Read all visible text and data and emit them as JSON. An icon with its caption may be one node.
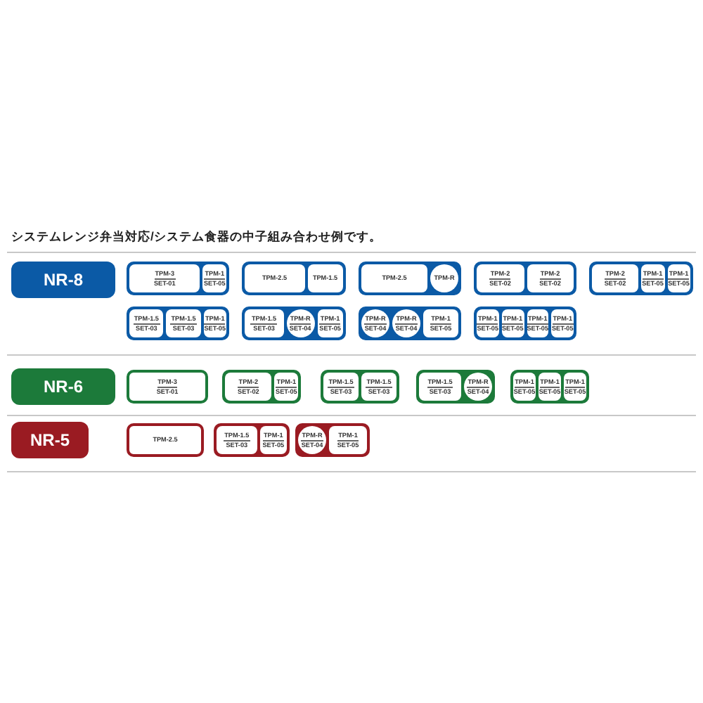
{
  "diagram": {
    "title": "システムレンジ弁当対応/システム食器の中子組み合わせ例です。",
    "nodes": [
      {
        "text": [
          "NR-8"
        ]
      },
      {
        "text": [],
        "shape": "box"
      },
      {
        "text": [
          "TPM-3",
          "SET-01"
        ],
        "in": 1
      },
      {
        "text": [
          "TPM-1",
          "SET-05"
        ],
        "in": 1
      },
      {
        "text": [],
        "shape": "box"
      },
      {
        "text": [
          "TPM-2.5"
        ],
        "in": 4
      },
      {
        "text": [
          "TPM-1.5"
        ],
        "in": 4
      },
      {
        "text": [],
        "shape": "box"
      },
      {
        "text": [
          "TPM-2.5"
        ],
        "in": 7
      },
      {
        "text": [
          "TPM-R"
        ],
        "in": 7
      },
      {
        "text": [],
        "shape": "box"
      },
      {
        "text": [
          "TPM-2",
          "SET-02"
        ],
        "in": 10
      },
      {
        "text": [
          "TPM-2",
          "SET-02"
        ],
        "in": 10
      },
      {
        "text": [],
        "shape": "box"
      },
      {
        "text": [
          "TPM-2",
          "SET-02"
        ],
        "in": 13
      },
      {
        "text": [
          "TPM-1",
          "SET-05"
        ],
        "in": 13
      },
      {
        "text": [
          "TPM-1",
          "SET-05"
        ],
        "in": 13
      },
      {
        "text": [],
        "shape": "box"
      },
      {
        "text": [
          "TPM-1.5",
          "SET-03"
        ],
        "in": 17
      },
      {
        "text": [
          "TPM-1.5",
          "SET-03"
        ],
        "in": 17
      },
      {
        "text": [
          "TPM-1",
          "SET-05"
        ],
        "in": 17
      },
      {
        "text": [],
        "shape": "box"
      },
      {
        "text": [
          "TPM-1.5",
          "SET-03"
        ],
        "in": 21
      },
      {
        "text": [
          "TPM-R",
          "SET-04"
        ],
        "in": 21
      },
      {
        "text": [
          "TPM-1",
          "SET-05"
        ],
        "in": 21
      },
      {
        "text": [],
        "shape": "box"
      },
      {
        "text": [
          "TPM-R",
          "SET-04"
        ],
        "in": 25
      },
      {
        "text": [
          "TPM-R",
          "SET-04"
        ],
        "in": 25
      },
      {
        "text": [
          "TPM-1",
          "SET-05"
        ],
        "in": 25
      },
      {
        "text": [],
        "shape": "box"
      },
      {
        "text": [
          "TPM-1",
          "SET-05"
        ],
        "in": 29
      },
      {
        "text": [
          "TPM-1",
          "SET-05"
        ],
        "in": 29
      },
      {
        "text": [
          "TPM-1",
          "SET-05"
        ],
        "in": 29
      },
      {
        "text": [
          "TPM-1",
          "SET-05"
        ],
        "in": 29
      },
      {
        "text": [
          "NR-6"
        ]
      },
      {
        "text": [
          "TPM-3",
          "SET-01"
        ]
      },
      {
        "text": [],
        "shape": "box"
      },
      {
        "text": [
          "TPM-2",
          "SET-02"
        ],
        "in": 36
      },
      {
        "text": [
          "TPM-1",
          "SET-05"
        ],
        "in": 36
      },
      {
        "text": [],
        "shape": "box"
      },
      {
        "text": [
          "TPM-1.5",
          "SET-03"
        ],
        "in": 39
      },
      {
        "text": [
          "TPM-1.5",
          "SET-03"
        ],
        "in": 39
      },
      {
        "text": [],
        "shape": "box"
      },
      {
        "text": [
          "TPM-1.5",
          "SET-03"
        ],
        "in": 42
      },
      {
        "text": [
          "TPM-R",
          "SET-04"
        ],
        "in": 42
      },
      {
        "text": [],
        "shape": "box"
      },
      {
        "text": [
          "TPM-1",
          "SET-05"
        ],
        "in": 45
      },
      {
        "text": [
          "TPM-1",
          "SET-05"
        ],
        "in": 45
      },
      {
        "text": [
          "TPM-1",
          "SET-05"
        ],
        "in": 45
      },
      {
        "text": [
          "NR-5"
        ]
      },
      {
        "text": [
          "TPM-2.5"
        ]
      },
      {
        "text": [],
        "shape": "box"
      },
      {
        "text": [
          "TPM-1.5",
          "SET-03"
        ],
        "in": 51
      },
      {
        "text": [
          "TPM-1",
          "SET-05"
        ],
        "in": 51
      },
      {
        "text": [],
        "shape": "box"
      },
      {
        "text": [
          "TPM-R",
          "SET-04"
        ],
        "in": 54
      },
      {
        "text": [
          "TPM-1",
          "SET-05"
        ],
        "in": 54
      }
    ]
  }
}
